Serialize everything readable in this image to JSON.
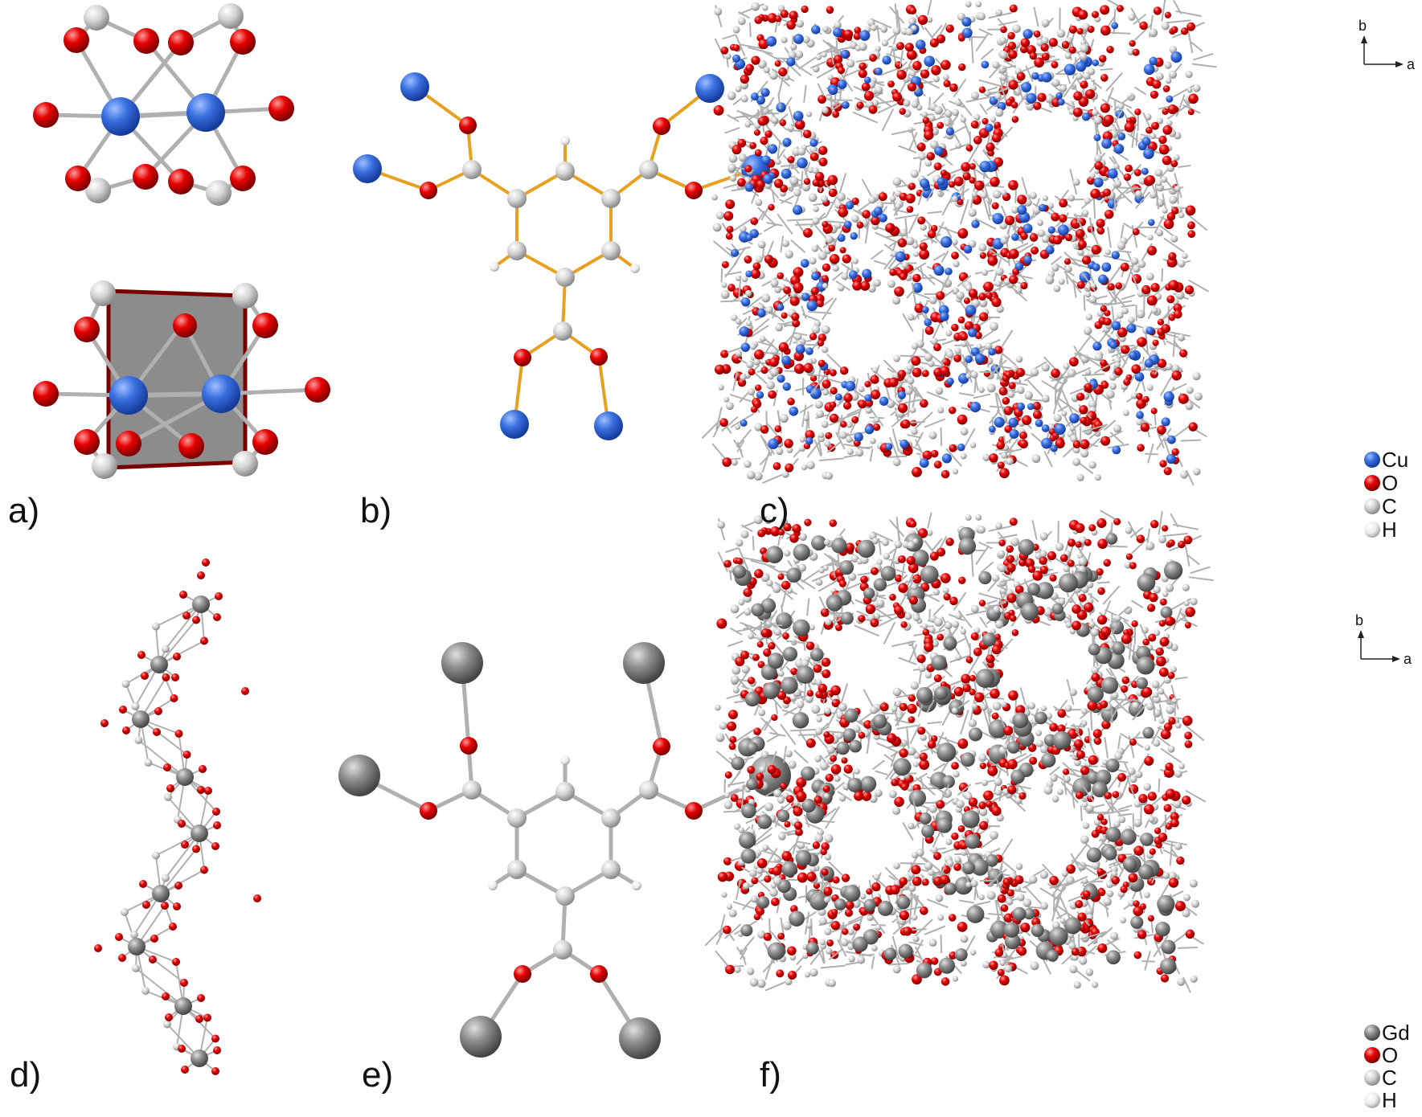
{
  "panels": [
    {
      "id": "a",
      "label": "a)"
    },
    {
      "id": "b",
      "label": "b)"
    },
    {
      "id": "c",
      "label": "c)"
    },
    {
      "id": "d",
      "label": "d)"
    },
    {
      "id": "e",
      "label": "e)"
    },
    {
      "id": "f",
      "label": "f)"
    }
  ],
  "axes": {
    "b_label": "b",
    "a_label": "a"
  },
  "legend_top": [
    {
      "symbol": "Cu",
      "color": "#2a5ed6"
    },
    {
      "symbol": "O",
      "color": "#e00000"
    },
    {
      "symbol": "C",
      "color": "#b9b9b9"
    },
    {
      "symbol": "H",
      "color": "#dcdcdc"
    }
  ],
  "legend_bottom": [
    {
      "symbol": "Gd",
      "color": "#7d7d7d"
    },
    {
      "symbol": "O",
      "color": "#e00000"
    },
    {
      "symbol": "C",
      "color": "#b9b9b9"
    },
    {
      "symbol": "H",
      "color": "#dcdcdc"
    }
  ],
  "colors": {
    "cu": "#2a5ed6",
    "o": "#e00000",
    "c": "#b9b9b9",
    "h": "#e6e6e6",
    "gd": "#7d7d7d",
    "bond_orange": "#e8a020",
    "bond_grey": "#b0b0b0",
    "polyhedron_edge": "#7a0000",
    "polyhedron_fill": "#8c8c8c"
  }
}
